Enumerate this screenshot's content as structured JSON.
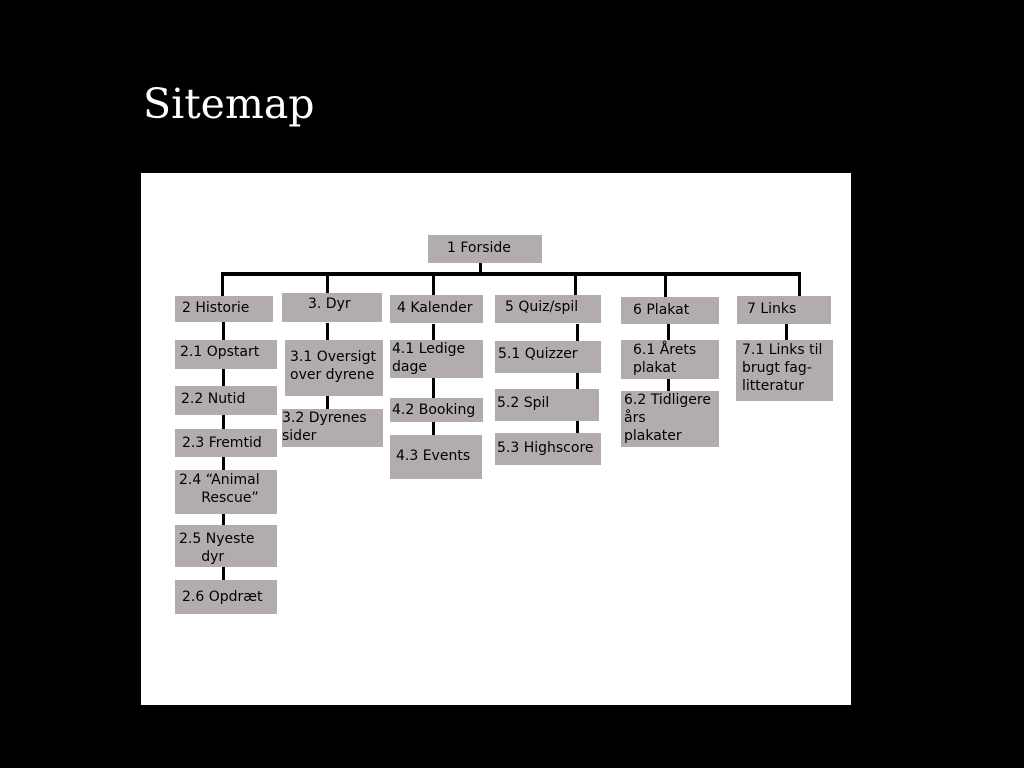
{
  "page": {
    "title": "Sitemap"
  },
  "sitemap": {
    "root": "1 Forside",
    "sections": [
      {
        "label": "2 Historie",
        "children": [
          "2.1 Opstart",
          "2.2 Nutid",
          "2.3 Fremtid",
          "2.4 “Animal\n     Rescue”",
          "2.5 Nyeste\n     dyr",
          "2.6 Opdræt"
        ]
      },
      {
        "label": "3. Dyr",
        "children": [
          "3.1 Oversigt\nover dyrene",
          "3.2 Dyrenes\nsider"
        ]
      },
      {
        "label": "4 Kalender",
        "children": [
          "4.1 Ledige\ndage",
          "4.2 Booking",
          "4.3 Events"
        ]
      },
      {
        "label": "5 Quiz/spil",
        "children": [
          "5.1 Quizzer",
          "5.2 Spil",
          "5.3 Highscore"
        ]
      },
      {
        "label": "6 Plakat",
        "children": [
          "6.1 Årets\nplakat",
          "6.2 Tidligere\nårs\nplakater"
        ]
      },
      {
        "label": "7 Links",
        "children": [
          "7.1 Links til\nbrugt fag-\nlitteratur"
        ]
      }
    ]
  }
}
